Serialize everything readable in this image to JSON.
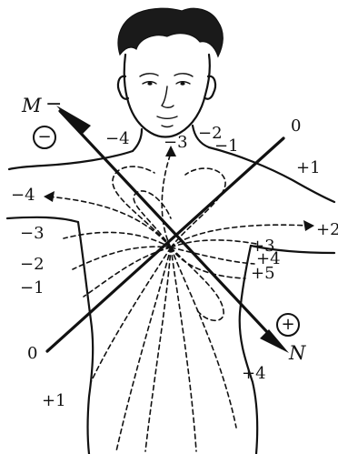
{
  "electrode_m": {
    "name": "M",
    "sign": "−",
    "pole_symbol": "−"
  },
  "electrode_n": {
    "name": "N",
    "pole_symbol": "+"
  },
  "axis_labels": {
    "zero_upper": "0",
    "zero_lower": "0"
  },
  "potential_labels": {
    "neg4_neck": "−4",
    "neg3_neck": "−3",
    "neg2_neck": "−2",
    "neg1_neck": "−1",
    "pos1_shoulder": "+1",
    "neg4_side": "−4",
    "pos2_side": "+2",
    "neg3_side": "−3",
    "neg2_side": "−2",
    "neg1_side": "−1",
    "pos3_chest": "+3",
    "pos4_chest": "+4",
    "pos5_chest": "+5",
    "pos4_lower": "+4",
    "pos1_lower": "+1"
  },
  "colors": {
    "ink": "#111111",
    "paper": "#ffffff"
  }
}
